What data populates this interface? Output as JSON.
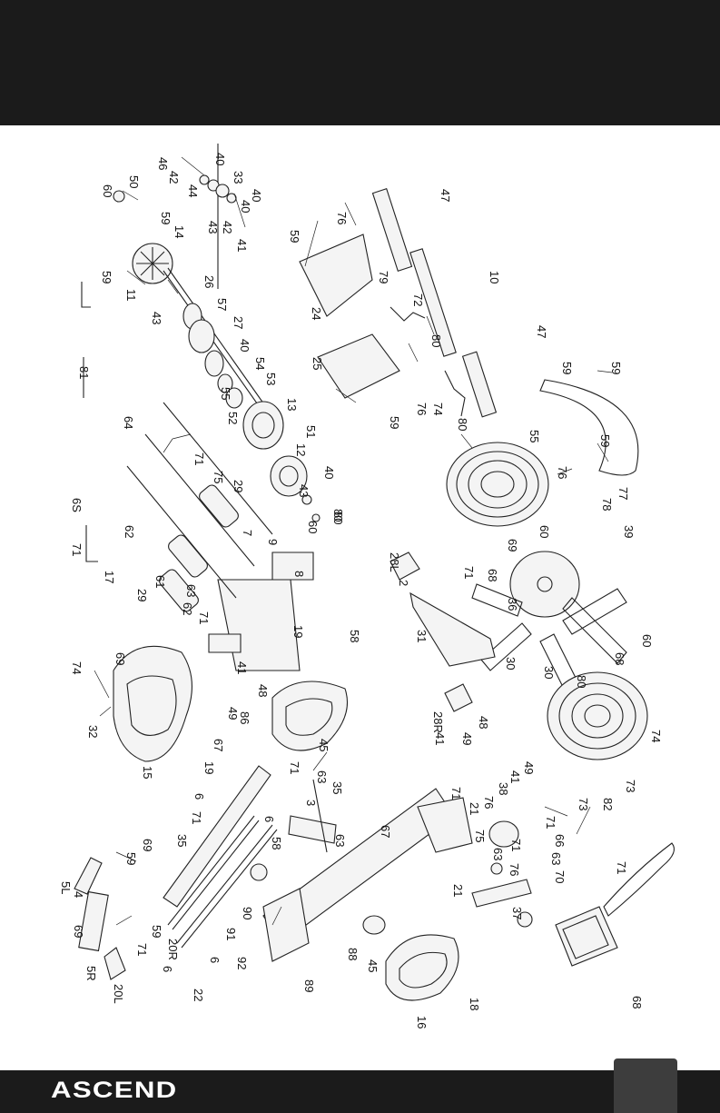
{
  "brand": {
    "name": "ASCEND"
  },
  "diagram": {
    "labels": [
      "46",
      "42",
      "40",
      "44",
      "33",
      "40",
      "40",
      "42",
      "43",
      "41",
      "50",
      "60",
      "59",
      "14",
      "59",
      "11",
      "43",
      "26",
      "57",
      "27",
      "40",
      "54",
      "53",
      "55",
      "13",
      "52",
      "51",
      "12",
      "40",
      "43",
      "80",
      "60",
      "47",
      "10",
      "47",
      "76",
      "59",
      "79",
      "72",
      "24",
      "25",
      "59",
      "76",
      "80",
      "80",
      "74",
      "80",
      "81",
      "64",
      "71",
      "75",
      "29",
      "17",
      "62",
      "61",
      "29",
      "62",
      "63",
      "71",
      "7",
      "9",
      "8",
      "19",
      "41",
      "48",
      "49",
      "86",
      "6S",
      "71",
      "69",
      "74",
      "32",
      "15",
      "58",
      "45",
      "63",
      "35",
      "67",
      "19",
      "71",
      "3",
      "6",
      "6",
      "58",
      "63",
      "67",
      "35",
      "71",
      "69",
      "59",
      "5L",
      "4",
      "69",
      "71",
      "59",
      "5R",
      "20L",
      "20R",
      "6",
      "6",
      "22",
      "90",
      "91",
      "92",
      "89",
      "88",
      "45",
      "16",
      "18",
      "59",
      "59",
      "59",
      "76",
      "78",
      "77",
      "39",
      "55",
      "60",
      "69",
      "71",
      "68",
      "28L",
      "2",
      "31",
      "36",
      "30",
      "30",
      "60",
      "80",
      "68",
      "28R",
      "41",
      "49",
      "48",
      "49",
      "41",
      "38",
      "74",
      "73",
      "73",
      "82",
      "71",
      "66",
      "63",
      "71",
      "70",
      "71",
      "21",
      "75",
      "76",
      "71",
      "63",
      "76",
      "21",
      "37",
      "68"
    ]
  }
}
